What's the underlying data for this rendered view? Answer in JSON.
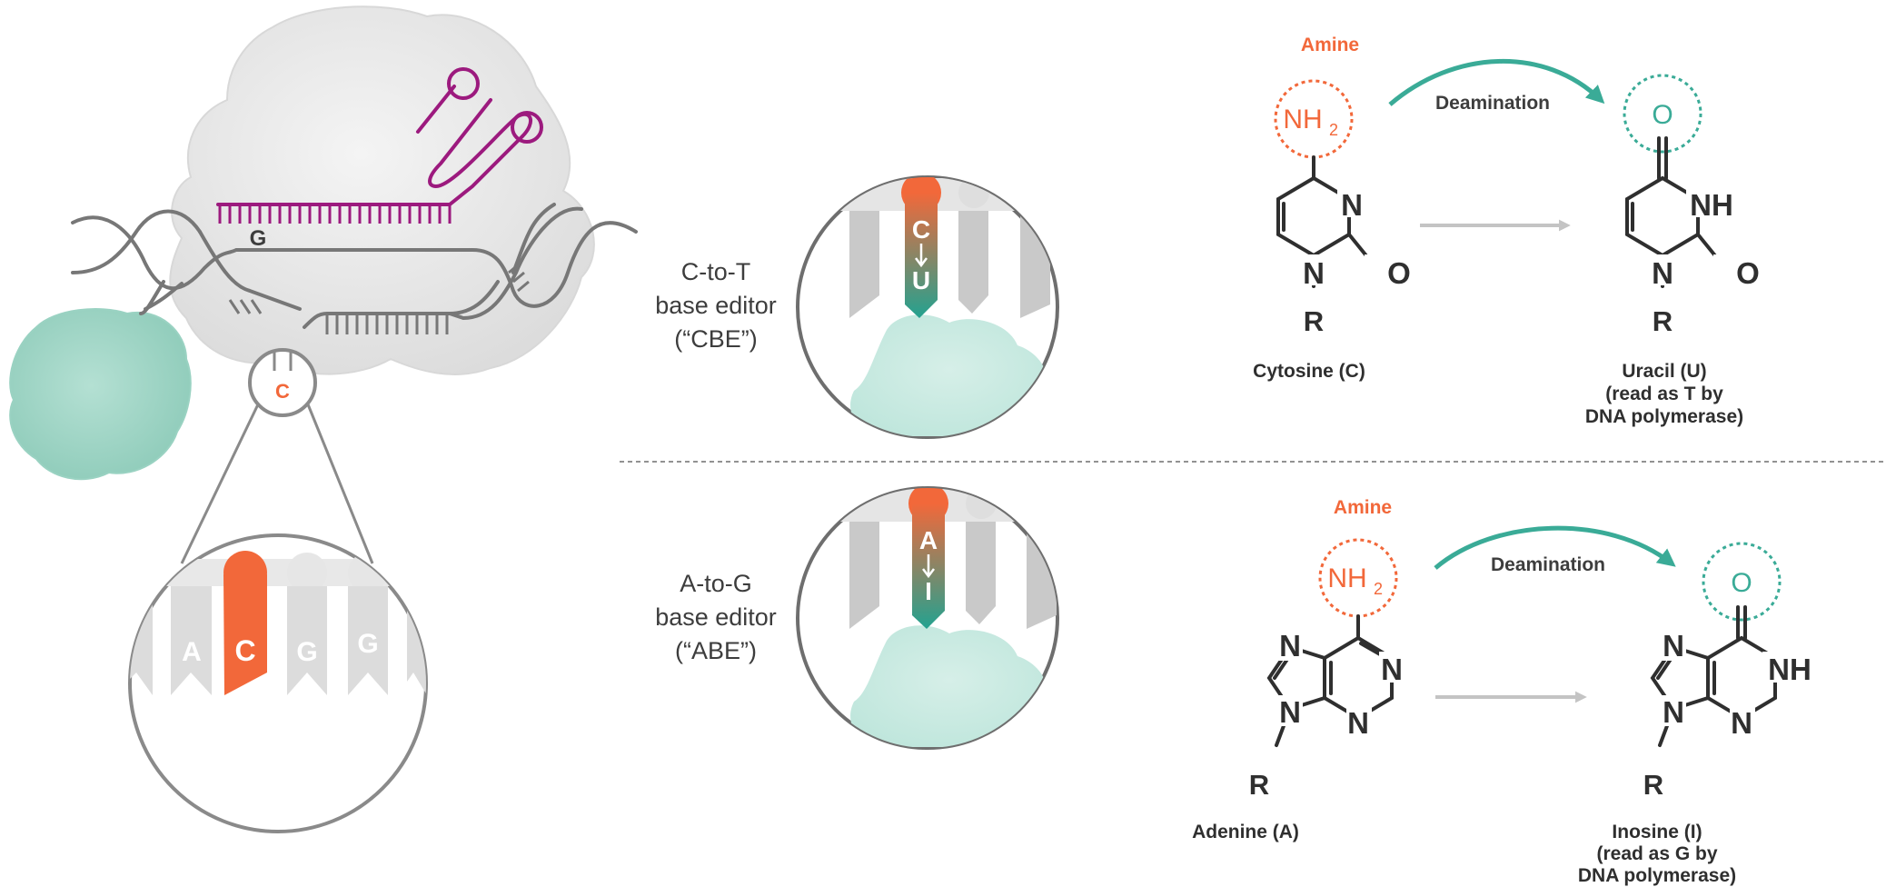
{
  "overview": {
    "guide_base": "G",
    "target_base": "C",
    "zoom_bases": [
      "A",
      "C",
      "G",
      "G"
    ]
  },
  "cbe": {
    "label_lines": [
      "C-to-T",
      "base editor",
      "(“CBE”)"
    ],
    "bubble_from": "C",
    "bubble_to": "U",
    "reaction": {
      "amine_label": "Amine",
      "amine_group": "NH",
      "amine_subscript": "2",
      "deamination_label": "Deamination",
      "product_oxygen": "O",
      "substrate_atoms": [
        "N",
        "N",
        "O",
        "R"
      ],
      "product_atoms": [
        "NH",
        "N",
        "O",
        "R"
      ],
      "substrate_name": "Cytosine (C)",
      "product_name_lines": [
        "Uracil (U)",
        "(read as T by",
        "DNA polymerase)"
      ]
    }
  },
  "abe": {
    "label_lines": [
      "A-to-G",
      "base editor",
      "(“ABE”)"
    ],
    "bubble_from": "A",
    "bubble_to": "I",
    "reaction": {
      "amine_label": "Amine",
      "amine_group": "NH",
      "amine_subscript": "2",
      "deamination_label": "Deamination",
      "product_oxygen": "O",
      "substrate_atoms": [
        "N",
        "N",
        "N",
        "N",
        "R"
      ],
      "product_atoms": [
        "N",
        "NH",
        "N",
        "N",
        "R"
      ],
      "substrate_name": "Adenine (A)",
      "product_name_lines": [
        "Inosine (I)",
        "(read as G by",
        "DNA polymerase)"
      ]
    }
  },
  "colors": {
    "orange": "#f2683a",
    "teal": "#3aab97",
    "magenta": "#9c1a7e",
    "protein_gray": "#e3e3e3",
    "deaminase_teal": "#a8dccd",
    "dark": "#2f2f2f",
    "arrow_gray": "#c4c4c4",
    "backbone": "#757575"
  }
}
